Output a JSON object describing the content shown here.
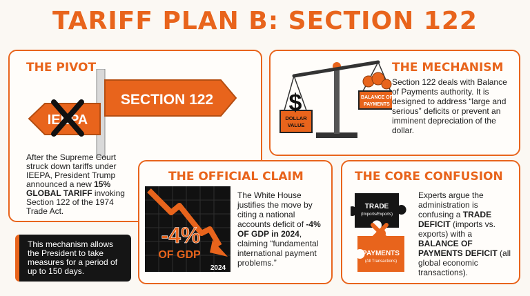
{
  "title": "TARIFF PLAN B: SECTION 122",
  "pivot": {
    "heading": "THE PIVOT",
    "sign_new": "SECTION 122",
    "sign_old": "IEEPA",
    "text_1": "After the Supreme Court struck down tariffs under IEEPA, President Trump announced a new",
    "text_bold": "15% GLOBAL TARIFF",
    "text_2": "invoking Section 122 of the 1974 Trade Act.",
    "note": "This mechanism allows the President to take measures for a period of up to 150 days."
  },
  "mechanism": {
    "heading": "THE MECHANISM",
    "left_pan_label": "DOLLAR VALUE",
    "left_pan_symbol": "$",
    "right_pan_label": "BALANCE OF PAYMENTS",
    "text": "Section 122 deals with Balance of Payments authority. It is designed to address “large and serious” deficits or prevent an imminent depreciation of the dollar."
  },
  "claim": {
    "heading": "THE OFFICIAL CLAIM",
    "chart_value": "-4%",
    "chart_unit": "OF GDP",
    "chart_year": "2024",
    "text_1": "The White House justifies the move by citing a national accounts deficit of",
    "text_bold": "-4% OF GDP in 2024",
    "text_2": ", claiming “fundamental international payment problems.”"
  },
  "confusion": {
    "heading": "THE CORE CONFUSION",
    "piece_top_title": "TRADE",
    "piece_top_sub": "(Imports/Exports)",
    "piece_bottom_title": "PAYMENTS",
    "piece_bottom_sub": "(All Transactions)",
    "text_1": "Experts argue the administration is confusing a",
    "text_bold_1": "TRADE DEFICIT",
    "text_2": "(imports vs. exports) with a",
    "text_bold_2": "BALANCE OF PAYMENTS DEFICIT",
    "text_3": "(all global economic transactions)."
  },
  "colors": {
    "accent": "#e8641c",
    "dark": "#151515"
  }
}
